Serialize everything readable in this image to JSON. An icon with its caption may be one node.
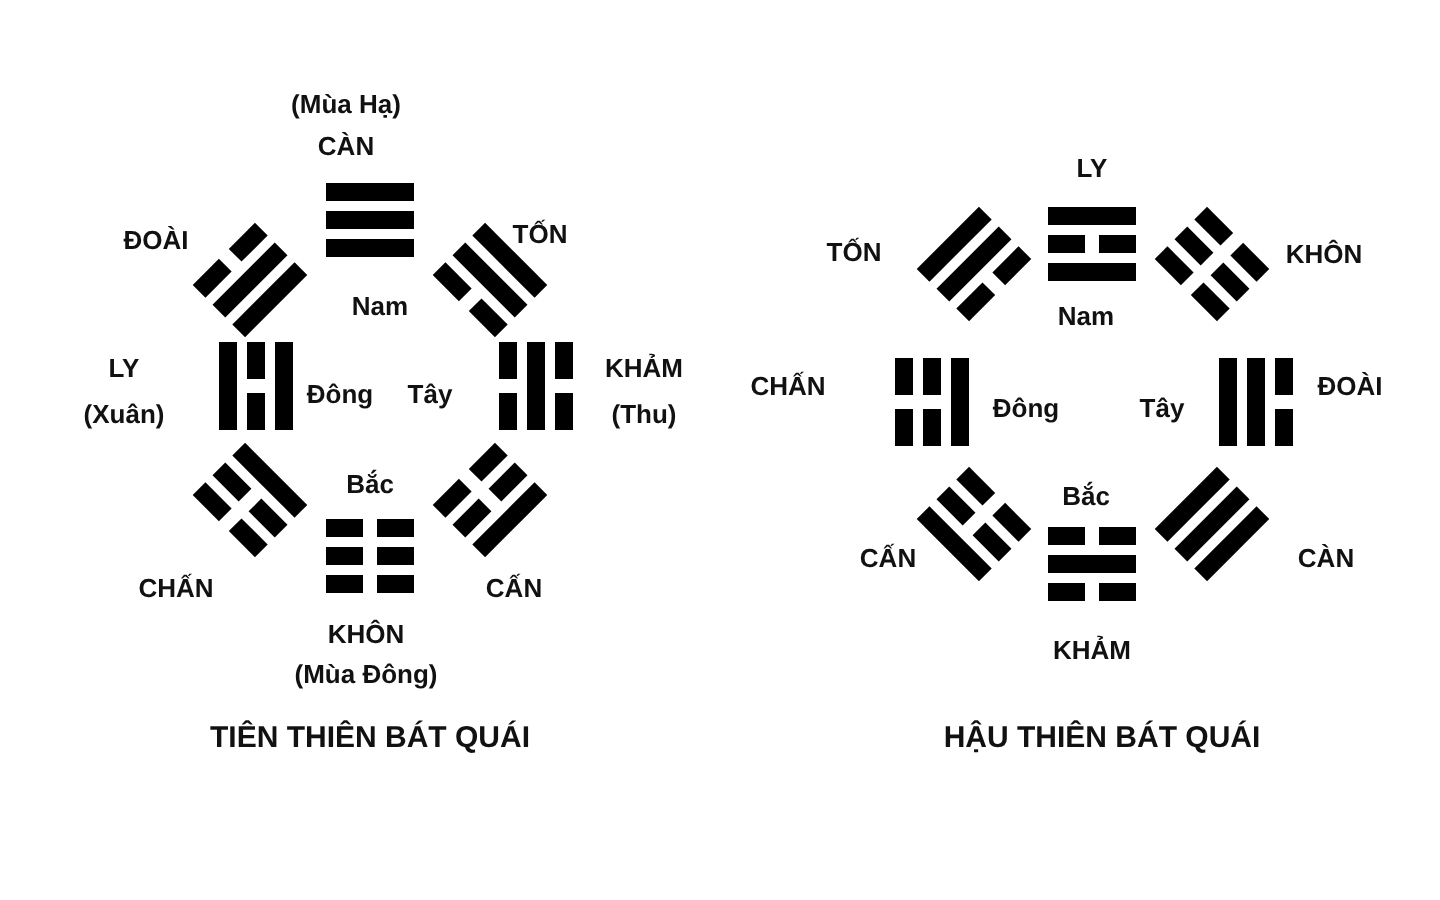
{
  "diagram": {
    "labels": [
      "(Mùa Hạ)",
      "CÀN",
      "ĐOÀI",
      "TỐN",
      "Nam",
      "LY",
      "Đông",
      "Tây",
      "KHẢM",
      "(Xuân)",
      "(Thu)",
      "Bắc",
      "CHẤN",
      "CẤN",
      "KHÔN",
      "(Mùa Đông)",
      "TIÊN THIÊN BÁT QUÁI",
      "LY",
      "TỐN",
      "KHÔN",
      "Nam",
      "CHẤN",
      "Đông",
      "Tây",
      "ĐOÀI",
      "Bắc",
      "CẤN",
      "CÀN",
      "KHẢM",
      "HẬU THIÊN BÁT QUÁI"
    ]
  }
}
